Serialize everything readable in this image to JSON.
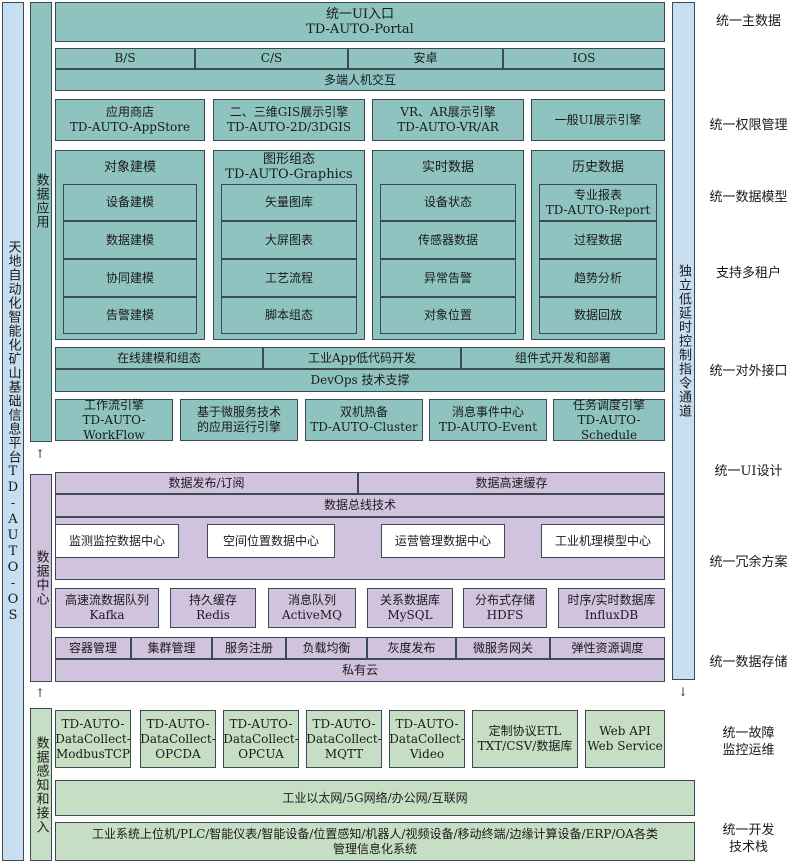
{
  "left_platform": "天地自动化智能化矿山基础信息平台TD-AUTO-OS",
  "sections": {
    "data_app": "数据应用",
    "data_center": "数据中心",
    "data_access": "数据感知和接入"
  },
  "portal": {
    "line1": "统一UI入口",
    "line2": "TD-AUTO-Portal"
  },
  "client_types": [
    "B/S",
    "C/S",
    "安卓",
    "IOS"
  ],
  "hmi": "多端人机交互",
  "engines": [
    {
      "l1": "应用商店",
      "l2": "TD-AUTO-AppStore"
    },
    {
      "l1": "二、三维GIS展示引擎",
      "l2": "TD-AUTO-2D/3DGIS"
    },
    {
      "l1": "VR、AR展示引擎",
      "l2": "TD-AUTO-VR/AR"
    },
    {
      "l1": "一般UI展示引擎",
      "l2": ""
    }
  ],
  "modules": [
    {
      "title1": "对象建模",
      "title2": "",
      "items": [
        "设备建模",
        "数据建模",
        "协同建模",
        "告警建模"
      ]
    },
    {
      "title1": "图形组态",
      "title2": "TD-AUTO-Graphics",
      "items": [
        "矢量图库",
        "大屏图表",
        "工艺流程",
        "脚本组态"
      ]
    },
    {
      "title1": "实时数据",
      "title2": "",
      "items": [
        "设备状态",
        "传感器数据",
        "异常告警",
        "对象位置"
      ]
    },
    {
      "title1": "历史数据",
      "title2": "",
      "items": [
        "专业报表|TD-AUTO-Report",
        "过程数据",
        "趋势分析",
        "数据回放"
      ]
    }
  ],
  "lowcode": [
    "在线建模和组态",
    "工业App低代码开发",
    "组件式开发和部署"
  ],
  "devops": "DevOps 技术支撑",
  "services": [
    {
      "l1": "工作流引擎",
      "l2": "TD-AUTO-WorkFlow"
    },
    {
      "l1": "基于微服务技术",
      "l2": "的应用运行引擎"
    },
    {
      "l1": "双机热备",
      "l2": "TD-AUTO-Cluster"
    },
    {
      "l1": "消息事件中心",
      "l2": "TD-AUTO-Event"
    },
    {
      "l1": "任务调度引擎",
      "l2": "TD-AUTO-Schedule"
    }
  ],
  "data_pub": [
    "数据发布/订阅",
    "数据高速缓存"
  ],
  "data_bus": "数据总线技术",
  "data_centers": [
    "监测监控数据中心",
    "空间位置数据中心",
    "运营管理数据中心",
    "工业机理模型中心"
  ],
  "stores": [
    {
      "l1": "高速流数据队列",
      "l2": "Kafka"
    },
    {
      "l1": "持久缓存",
      "l2": "Redis"
    },
    {
      "l1": "消息队列",
      "l2": "ActiveMQ"
    },
    {
      "l1": "关系数据库",
      "l2": "MySQL"
    },
    {
      "l1": "分布式存储",
      "l2": "HDFS"
    },
    {
      "l1": "时序/实时数据库",
      "l2": "InfluxDB"
    }
  ],
  "cloud_items": [
    "容器管理",
    "集群管理",
    "服务注册",
    "负载均衡",
    "灰度发布",
    "微服务网关",
    "弹性资源调度"
  ],
  "private_cloud": "私有云",
  "collectors": [
    {
      "l1": "TD-AUTO-",
      "l2": "DataCollect-",
      "l3": "ModbusTCP"
    },
    {
      "l1": "TD-AUTO-",
      "l2": "DataCollect-",
      "l3": "OPCDA"
    },
    {
      "l1": "TD-AUTO-",
      "l2": "DataCollect-",
      "l3": "OPCUA"
    },
    {
      "l1": "TD-AUTO-",
      "l2": "DataCollect-",
      "l3": "MQTT"
    },
    {
      "l1": "TD-AUTO-",
      "l2": "DataCollect-",
      "l3": "Video"
    }
  ],
  "custom_etl": {
    "l1": "定制协议ETL",
    "l2": "TXT/CSV/数据库"
  },
  "webapi": {
    "l1": "Web API",
    "l2": "Web Service"
  },
  "network": "工业以太网/5G网络/办公网/互联网",
  "systems": {
    "l1": "工业系统上位机/PLC/智能仪表/智能设备/位置感知/机器人/视频设备/移动终端/边缘计算设备/ERP/OA各类",
    "l2": "管理信息化系统"
  },
  "channel": "独立低延时控制指令通道",
  "right_items": [
    "统一主数据",
    "统一权限管理",
    "统一数据模型",
    "支持多租户",
    "统一对外接口",
    "统一UI设计",
    "统一冗余方案",
    "统一数据存储",
    "统一故障|监控运维",
    "统一开发|技术栈"
  ]
}
